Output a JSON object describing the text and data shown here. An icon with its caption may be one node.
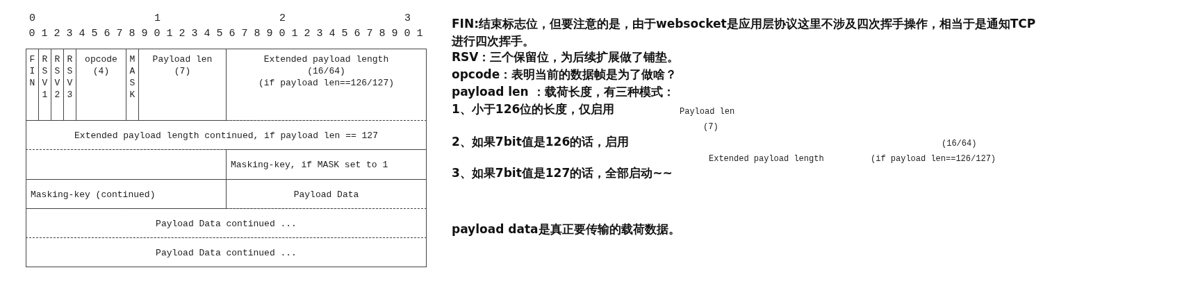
{
  "diagram": {
    "nodes": [
      {
        "text": [
          "FIN"
        ]
      },
      {
        "text": [
          "RSV1"
        ]
      },
      {
        "text": [
          "RSV2"
        ]
      },
      {
        "text": [
          "RSV3"
        ]
      },
      {
        "text": [
          "opcode",
          "(4)"
        ]
      },
      {
        "text": [
          "MASK"
        ]
      },
      {
        "text": [
          "Payload len",
          "(7)"
        ]
      },
      {
        "text": [
          "Extended payload length",
          "(16/64)",
          "(if payload len==126/127)"
        ]
      },
      {
        "text": [
          "Extended payload length continued, if payload len == 127"
        ]
      },
      {
        "text": [],
        "shape": "box"
      },
      {
        "text": [
          "Masking-key, if MASK set to 1"
        ]
      },
      {
        "text": [
          "Masking-key (continued)"
        ]
      },
      {
        "text": [
          "Payload Data"
        ]
      },
      {
        "text": [
          "Payload Data continued ..."
        ]
      },
      {
        "text": [
          "Payload Data continued ..."
        ]
      }
    ],
    "labels": [
      "0",
      "1",
      "2",
      "3",
      "0 1 2 3 4 5 6 7 8 9 0 1 2 3 4 5 6 7 8 9 0 1 2 3 4 5 6 7 8 9 0 1",
      "FIN:结束标志位，但要注意的是，由于websocket是应用层协议这里不涉及四次挥手操作，相当于是通知TCP进行四次挥手。",
      "RSV：三个保留位，为后续扩展做了铺垫。",
      "opcode：表明当前的数据帧是为了做啥？",
      "payload len ：载荷长度，有三种模式：",
      "1、小于126位的长度，仅启用",
      "Payload len",
      "(7)",
      "2、如果7bit值是126的话，启用",
      "(16/64)",
      "Extended payload length",
      "(if payload len==126/127)",
      "3、如果7bit值是127的话，全部启动~~",
      "payload data是真正要传输的载荷数据。"
    ]
  }
}
